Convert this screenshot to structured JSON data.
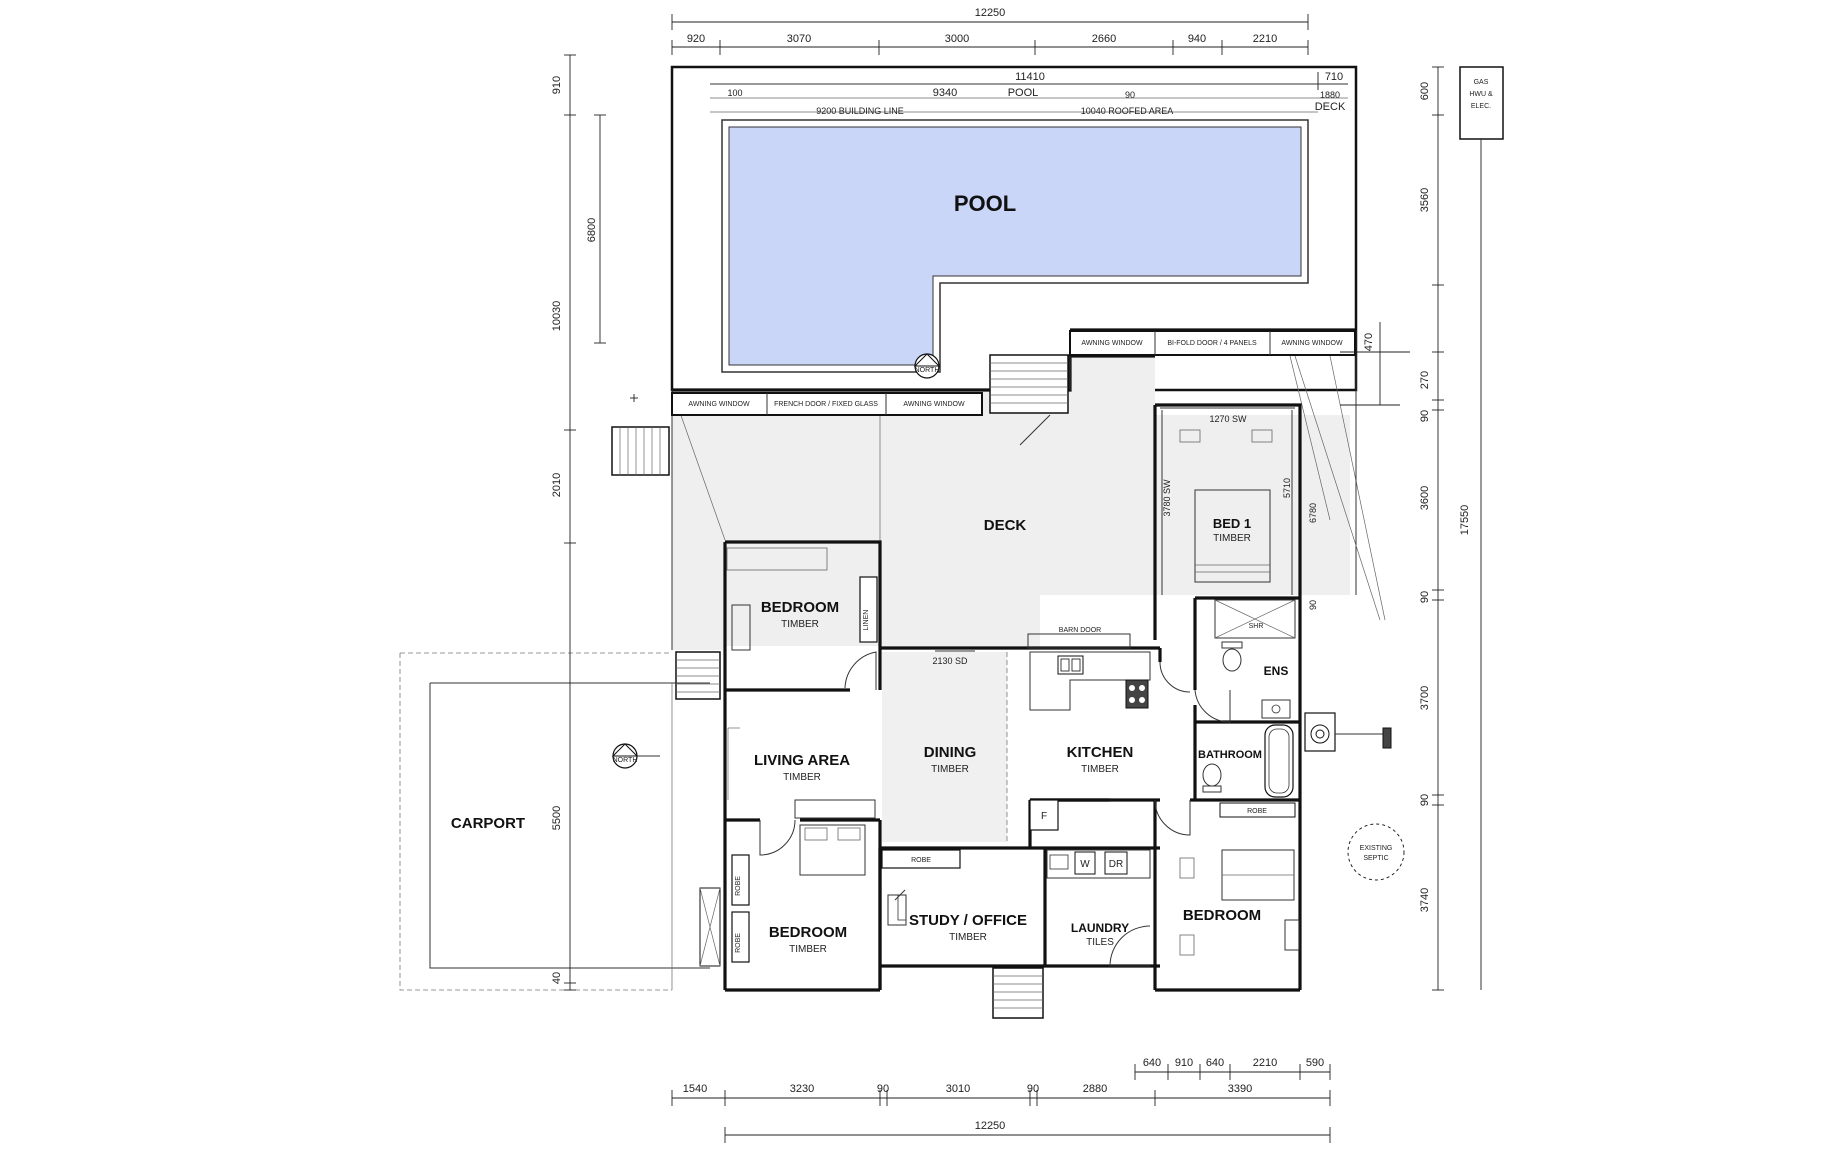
{
  "dimensions": {
    "top_total": "12250",
    "top_segments": [
      "920",
      "3070",
      "3000",
      "2660",
      "940",
      "2210"
    ],
    "pool_total": "11410",
    "pool_right": "710",
    "pool_left_offset": "100",
    "pool_length": "9340",
    "pool_label": "POOL",
    "pool_mid_offset": "90",
    "deck_width": "1880",
    "deck_label": "DECK",
    "building_line": "9200  BUILDING LINE",
    "roofed_area": "10040  ROOFED AREA",
    "left_910": "910",
    "left_6800": "6800",
    "left_10030": "10030",
    "left_2010": "2010",
    "left_5500": "5500",
    "left_40": "40",
    "right_600": "600",
    "right_3560": "3560",
    "right_470": "470",
    "right_270": "270",
    "right_90a": "90",
    "right_3600": "3600",
    "right_90b": "90",
    "right_3700": "3700",
    "right_90c": "90",
    "right_3740": "3740",
    "right_total": "17550",
    "bottom_upper": [
      "640",
      "910",
      "640",
      "2210",
      "590"
    ],
    "bottom_lower": [
      "1540",
      "3230",
      "90",
      "3010",
      "90",
      "2880",
      "3390"
    ],
    "bottom_total": "12250",
    "bed1_1270": "1270 SW",
    "bed1_3780": "3780 SW",
    "bed1_5710": "5710",
    "bed1_6780": "6780",
    "ens_90": "90",
    "dining_2130": "2130 SD"
  },
  "rooms": {
    "pool": "POOL",
    "deck": "DECK",
    "bed1": "BED 1",
    "bed1_floor": "TIMBER",
    "bedroom_nw": "BEDROOM",
    "bedroom_nw_floor": "TIMBER",
    "living": "LIVING AREA",
    "living_floor": "TIMBER",
    "dining": "DINING",
    "dining_floor": "TIMBER",
    "kitchen": "KITCHEN",
    "kitchen_floor": "TIMBER",
    "bedroom_sw": "BEDROOM",
    "bedroom_sw_floor": "TIMBER",
    "study": "STUDY / OFFICE",
    "study_floor": "TIMBER",
    "laundry": "LAUNDRY",
    "laundry_floor": "TILES",
    "bedroom_se": "BEDROOM",
    "bathroom": "BATHROOM",
    "ens": "ENS",
    "shr": "SHR",
    "carport": "CARPORT"
  },
  "labels": {
    "awning_window_1": "AWNING WINDOW",
    "french_door": "FRENCH DOOR / FIXED GLASS",
    "awning_window_2": "AWNING WINDOW",
    "awning_window_3": "AWNING WINDOW",
    "bifold": "BI-FOLD DOOR / 4 PANELS",
    "awning_window_4": "AWNING WINDOW",
    "barn_door": "BARN DOOR",
    "linen": "LINEN",
    "robe_study": "ROBE",
    "robe_sw_1": "ROBE",
    "robe_sw_2": "ROBE",
    "robe_se": "ROBE",
    "fridge": "F",
    "washer": "W",
    "dryer": "DR",
    "north_1": "NORTH",
    "north_2": "NORTH",
    "gas_1": "GAS",
    "gas_2": "HWU &",
    "gas_3": "ELEC.",
    "septic_1": "EXISTING",
    "septic_2": "SEPTIC"
  },
  "colors": {
    "pool_fill": "#c9d6f7",
    "deck_fill": "#f2f2f2",
    "wall": "#111111"
  }
}
